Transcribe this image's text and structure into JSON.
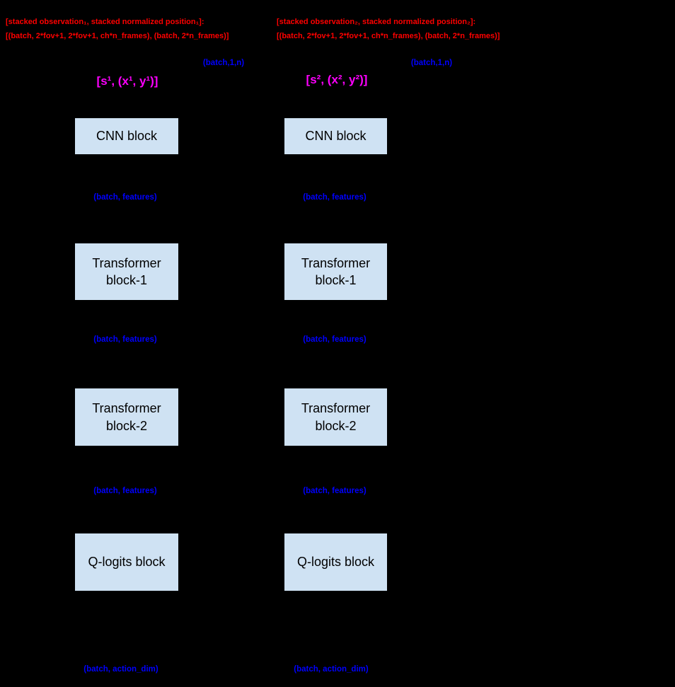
{
  "diagram": {
    "title_hint": "Double Q-network architecture diagram",
    "colors": {
      "background": "#000000",
      "annotation_red": "#ff0000",
      "shape_label_blue": "#0000ff",
      "input_label_magenta": "#ff00ff",
      "block_fill": "#cfe2f3",
      "block_text": "#000000"
    },
    "headers": {
      "left": {
        "line1": "[stacked observation₁, stacked normalized position₁]:",
        "line2": "[(batch, 2*fov+1, 2*fov+1, ch*n_frames), (batch, 2*n_frames)]"
      },
      "right": {
        "line1": "[stacked observation₂, stacked normalized position₂]:",
        "line2": "[(batch, 2*fov+1, 2*fov+1, ch*n_frames), (batch, 2*n_frames)]"
      }
    },
    "labels": {
      "batch_1_n": "(batch,1,n)",
      "input_left": "[s¹, (x¹, y¹)]",
      "input_right": "[s², (x², y²)]",
      "features": "(batch, features)",
      "action_dim": "(batch, action_dim)"
    },
    "blocks": {
      "cnn": "CNN block",
      "transformer1": "Transformer block-1",
      "transformer2": "Transformer block-2",
      "qlogits": "Q-logits block"
    }
  }
}
